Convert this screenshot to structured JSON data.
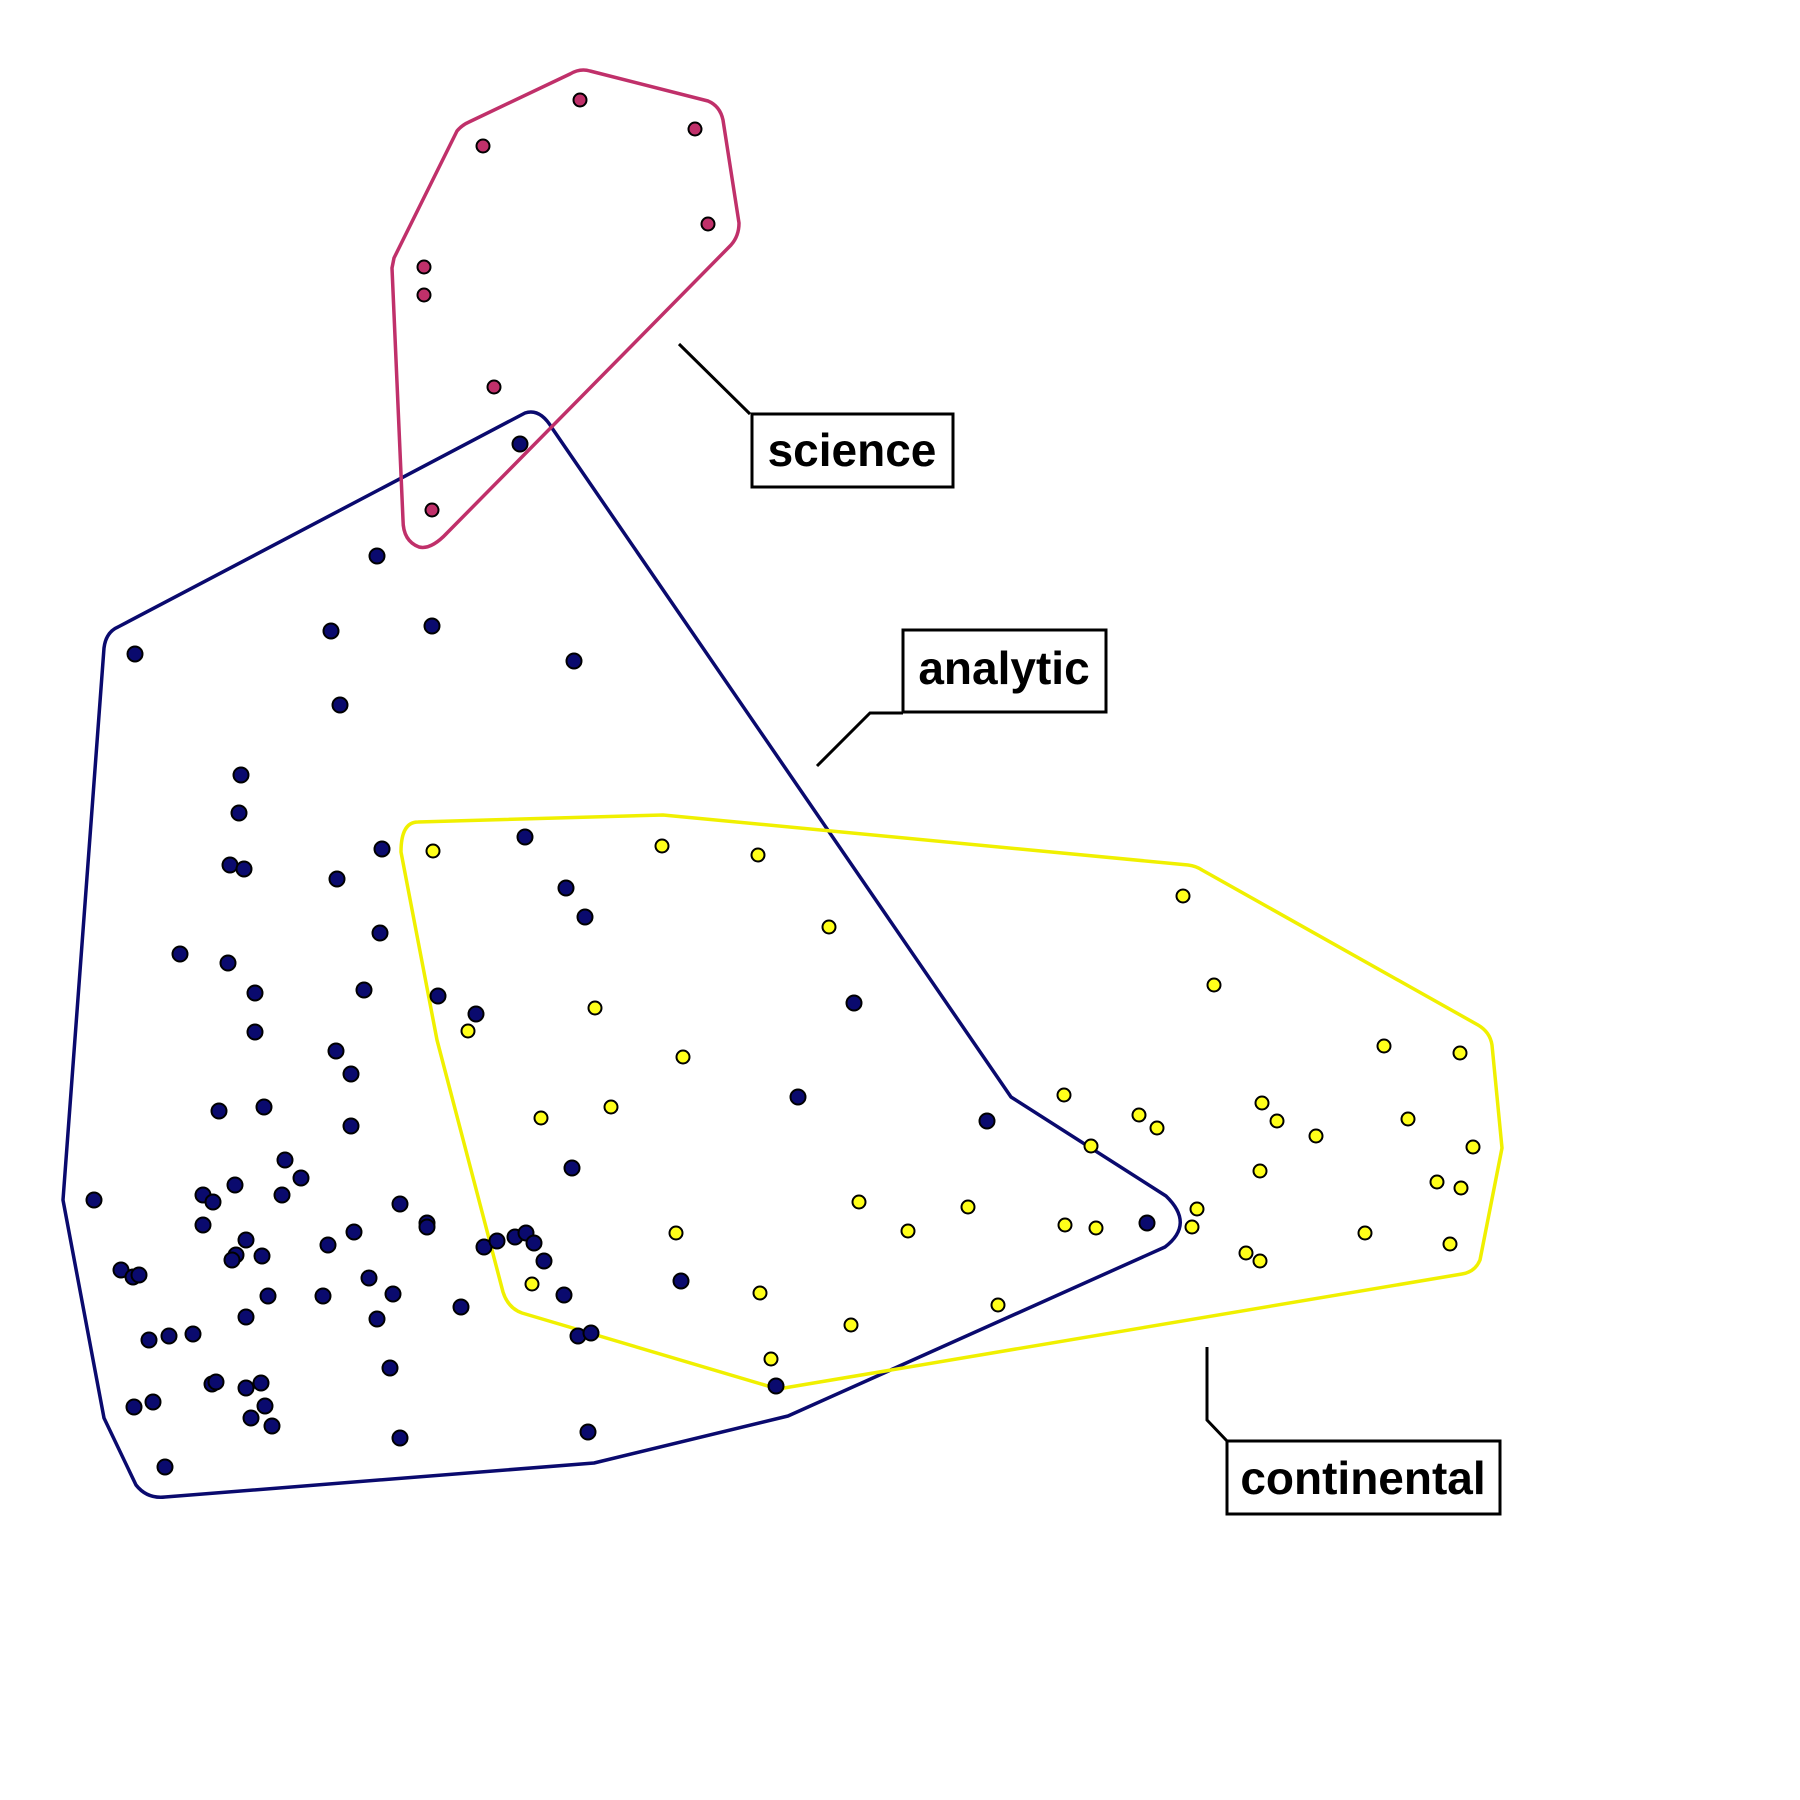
{
  "chart_data": {
    "type": "scatter",
    "title": "",
    "xlabel": "",
    "ylabel": "",
    "axes_visible": false,
    "grid": false,
    "series": [
      {
        "name": "science",
        "color": "#c0306a",
        "hull_color": "#c0306a",
        "points": [
          [
            580,
            100
          ],
          [
            483,
            146
          ],
          [
            695,
            129
          ],
          [
            708,
            224
          ],
          [
            424,
            267
          ],
          [
            424,
            295
          ],
          [
            494,
            387
          ],
          [
            432,
            510
          ]
        ]
      },
      {
        "name": "analytic",
        "color": "#0a0a6e",
        "hull_color": "#0a0a6e",
        "points": [
          [
            520,
            444
          ],
          [
            377,
            556
          ],
          [
            432,
            626
          ],
          [
            331,
            631
          ],
          [
            135,
            654
          ],
          [
            574,
            661
          ],
          [
            340,
            705
          ],
          [
            241,
            775
          ],
          [
            239,
            813
          ],
          [
            230,
            865
          ],
          [
            244,
            869
          ],
          [
            382,
            849
          ],
          [
            337,
            879
          ],
          [
            525,
            837
          ],
          [
            566,
            888
          ],
          [
            585,
            917
          ],
          [
            380,
            933
          ],
          [
            180,
            954
          ],
          [
            228,
            963
          ],
          [
            255,
            993
          ],
          [
            364,
            990
          ],
          [
            438,
            996
          ],
          [
            476,
            1014
          ],
          [
            255,
            1032
          ],
          [
            336,
            1051
          ],
          [
            351,
            1074
          ],
          [
            854,
            1003
          ],
          [
            798,
            1097
          ],
          [
            987,
            1121
          ],
          [
            219,
            1111
          ],
          [
            264,
            1107
          ],
          [
            351,
            1126
          ],
          [
            285,
            1160
          ],
          [
            301,
            1178
          ],
          [
            572,
            1168
          ],
          [
            235,
            1185
          ],
          [
            203,
            1195
          ],
          [
            213,
            1202
          ],
          [
            282,
            1195
          ],
          [
            94,
            1200
          ],
          [
            203,
            1225
          ],
          [
            400,
            1204
          ],
          [
            427,
            1223
          ],
          [
            427,
            1227
          ],
          [
            1147,
            1223
          ],
          [
            246,
            1240
          ],
          [
            354,
            1232
          ],
          [
            328,
            1245
          ],
          [
            236,
            1255
          ],
          [
            232,
            1260
          ],
          [
            262,
            1256
          ],
          [
            484,
            1247
          ],
          [
            497,
            1241
          ],
          [
            515,
            1237
          ],
          [
            526,
            1233
          ],
          [
            534,
            1243
          ],
          [
            544,
            1261
          ],
          [
            121,
            1270
          ],
          [
            133,
            1277
          ],
          [
            139,
            1275
          ],
          [
            369,
            1278
          ],
          [
            268,
            1296
          ],
          [
            323,
            1296
          ],
          [
            393,
            1294
          ],
          [
            564,
            1295
          ],
          [
            461,
            1307
          ],
          [
            246,
            1317
          ],
          [
            377,
            1319
          ],
          [
            149,
            1340
          ],
          [
            169,
            1336
          ],
          [
            193,
            1334
          ],
          [
            578,
            1336
          ],
          [
            591,
            1333
          ],
          [
            681,
            1281
          ],
          [
            390,
            1368
          ],
          [
            212,
            1384
          ],
          [
            216,
            1382
          ],
          [
            246,
            1388
          ],
          [
            261,
            1383
          ],
          [
            776,
            1386
          ],
          [
            134,
            1407
          ],
          [
            153,
            1402
          ],
          [
            265,
            1406
          ],
          [
            251,
            1418
          ],
          [
            272,
            1426
          ],
          [
            588,
            1432
          ],
          [
            400,
            1438
          ],
          [
            165,
            1467
          ]
        ]
      },
      {
        "name": "continental",
        "color": "#ffff1a",
        "hull_color": "#f0f000",
        "points": [
          [
            433,
            851
          ],
          [
            662,
            846
          ],
          [
            758,
            855
          ],
          [
            829,
            927
          ],
          [
            1183,
            896
          ],
          [
            1214,
            985
          ],
          [
            595,
            1008
          ],
          [
            468,
            1031
          ],
          [
            683,
            1057
          ],
          [
            1384,
            1046
          ],
          [
            1460,
            1053
          ],
          [
            1064,
            1095
          ],
          [
            541,
            1118
          ],
          [
            611,
            1107
          ],
          [
            1139,
            1115
          ],
          [
            1157,
            1128
          ],
          [
            1262,
            1103
          ],
          [
            1277,
            1121
          ],
          [
            1316,
            1136
          ],
          [
            1408,
            1119
          ],
          [
            1091,
            1146
          ],
          [
            1473,
            1147
          ],
          [
            1260,
            1171
          ],
          [
            1437,
            1182
          ],
          [
            1461,
            1188
          ],
          [
            859,
            1202
          ],
          [
            968,
            1207
          ],
          [
            1197,
            1209
          ],
          [
            908,
            1231
          ],
          [
            1065,
            1225
          ],
          [
            1096,
            1228
          ],
          [
            1192,
            1227
          ],
          [
            676,
            1233
          ],
          [
            1365,
            1233
          ],
          [
            1450,
            1244
          ],
          [
            1246,
            1253
          ],
          [
            1260,
            1261
          ],
          [
            532,
            1284
          ],
          [
            760,
            1293
          ],
          [
            998,
            1305
          ],
          [
            851,
            1325
          ],
          [
            771,
            1359
          ]
        ]
      }
    ],
    "annotations": [
      {
        "name": "science-label",
        "text": "science",
        "series": "science"
      },
      {
        "name": "analytic-label",
        "text": "analytic",
        "series": "analytic"
      },
      {
        "name": "continental-label",
        "text": "continental",
        "series": "continental"
      }
    ]
  }
}
